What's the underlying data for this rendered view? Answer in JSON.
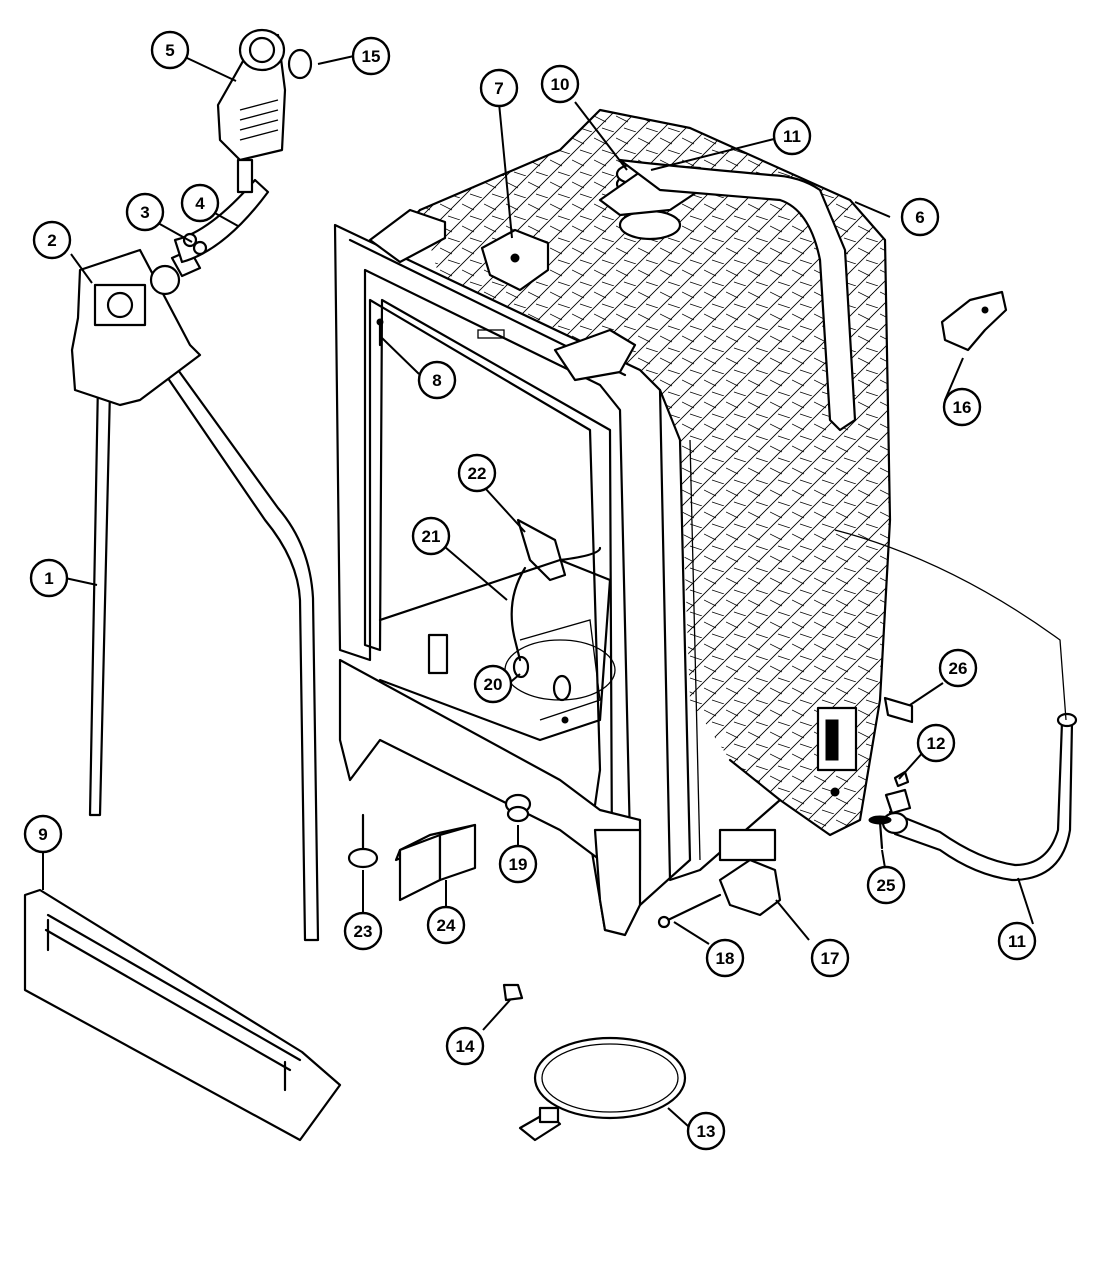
{
  "diagram": {
    "type": "exploded-parts-view",
    "callouts": [
      {
        "label": "1"
      },
      {
        "label": "2"
      },
      {
        "label": "3"
      },
      {
        "label": "4"
      },
      {
        "label": "5"
      },
      {
        "label": "6"
      },
      {
        "label": "7"
      },
      {
        "label": "8"
      },
      {
        "label": "9"
      },
      {
        "label": "10"
      },
      {
        "label": "11"
      },
      {
        "label": "11"
      },
      {
        "label": "12"
      },
      {
        "label": "13"
      },
      {
        "label": "14"
      },
      {
        "label": "15"
      },
      {
        "label": "16"
      },
      {
        "label": "17"
      },
      {
        "label": "18"
      },
      {
        "label": "19"
      },
      {
        "label": "20"
      },
      {
        "label": "21"
      },
      {
        "label": "22"
      },
      {
        "label": "23"
      },
      {
        "label": "24"
      },
      {
        "label": "25"
      },
      {
        "label": "26"
      }
    ]
  }
}
